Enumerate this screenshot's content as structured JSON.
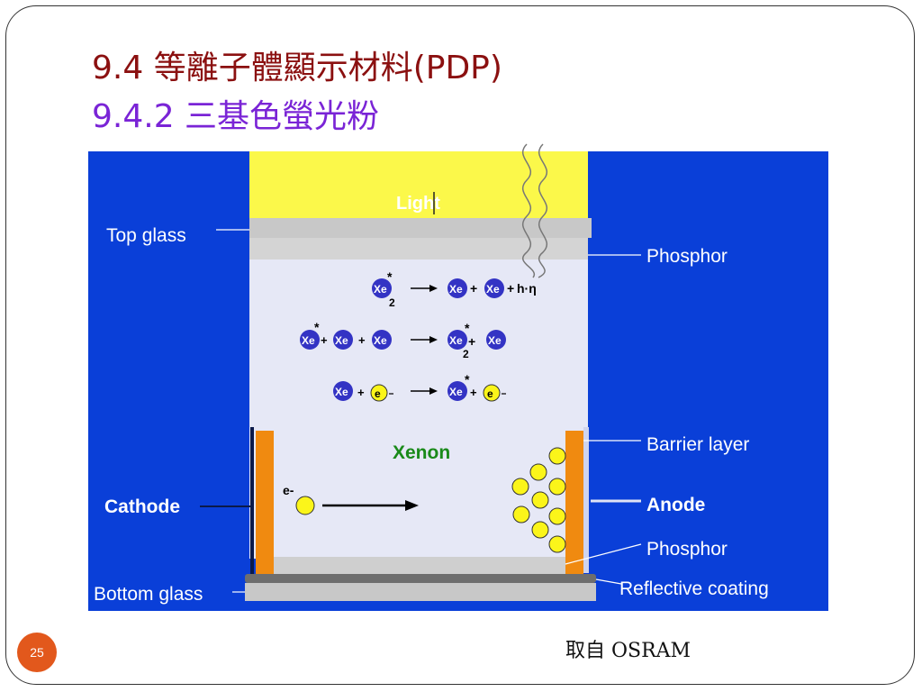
{
  "slide": {
    "title_line1": "9.4 等離子體顯示材料(PDP)",
    "title_line2": "9.4.2 三基色螢光粉",
    "slide_number": "25",
    "source": "取自 OSRAM"
  },
  "colors": {
    "background_blue": "#0a3fd8",
    "light_yellow": "#fbf84a",
    "cell_fill": "#e6e8f6",
    "barrier_orange": "#f08a10",
    "xe_atom": "#3333c4",
    "electron_yellow": "#fbf51a",
    "xenon_text": "#1a8a1a",
    "title_red": "#8b1010",
    "title_purple": "#7a24d6",
    "slide_num_orange": "#e2581c"
  },
  "diagram": {
    "light_label": "Light",
    "top_glass": "Top glass",
    "phosphor_top": "Phosphor",
    "barrier_layer": "Barrier layer",
    "cathode": "Cathode",
    "anode": "Anode",
    "phosphor_bottom": "Phosphor",
    "reflective_coating": "Reflective coating",
    "bottom_glass": "Bottom glass",
    "xenon": "Xenon",
    "electron_label": "e-",
    "reactions": {
      "r1_lhs": "Xe2*",
      "r1_rhs": "Xe + Xe + h·η",
      "r2_lhs": "Xe* + Xe + Xe",
      "r2_rhs": "Xe2* + Xe",
      "r3_lhs": "Xe + e-",
      "r3_rhs": "Xe* + e-"
    },
    "atom_label": "Xe",
    "electron_symbol": "e",
    "plus": "+",
    "star": "*",
    "subscript_2": "2",
    "h_eta": "h·η"
  }
}
